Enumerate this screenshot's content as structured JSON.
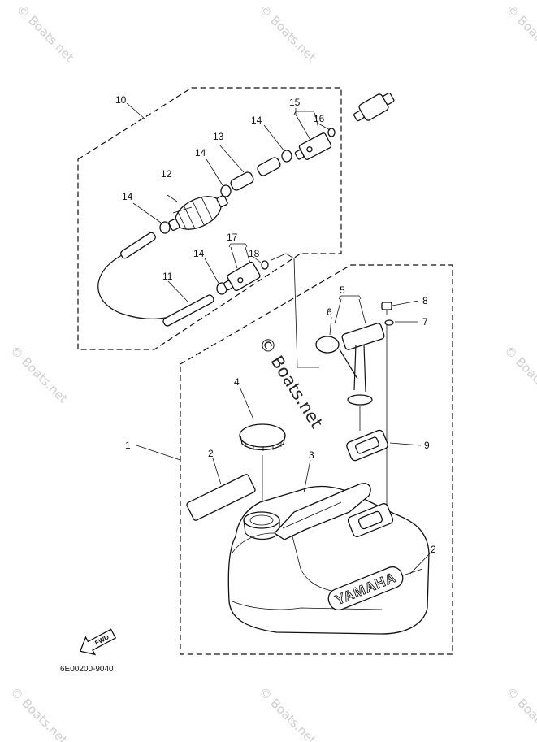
{
  "watermark": {
    "text": "© Boats.net",
    "center_text": "© Boats.net"
  },
  "diagram_code": "6E00200-9040",
  "brand_logo": "YAMAHA",
  "direction_label": "FWD",
  "callouts": {
    "c1": "1",
    "c2a": "2",
    "c2b": "2",
    "c3": "3",
    "c4": "4",
    "c5": "5",
    "c6": "6",
    "c7": "7",
    "c8": "8",
    "c9": "9",
    "c10": "10",
    "c11": "11",
    "c12": "12",
    "c13": "13",
    "c14a": "14",
    "c14b": "14",
    "c14c": "14",
    "c14d": "14",
    "c15": "15",
    "c16": "16",
    "c17": "17",
    "c18": "18"
  }
}
